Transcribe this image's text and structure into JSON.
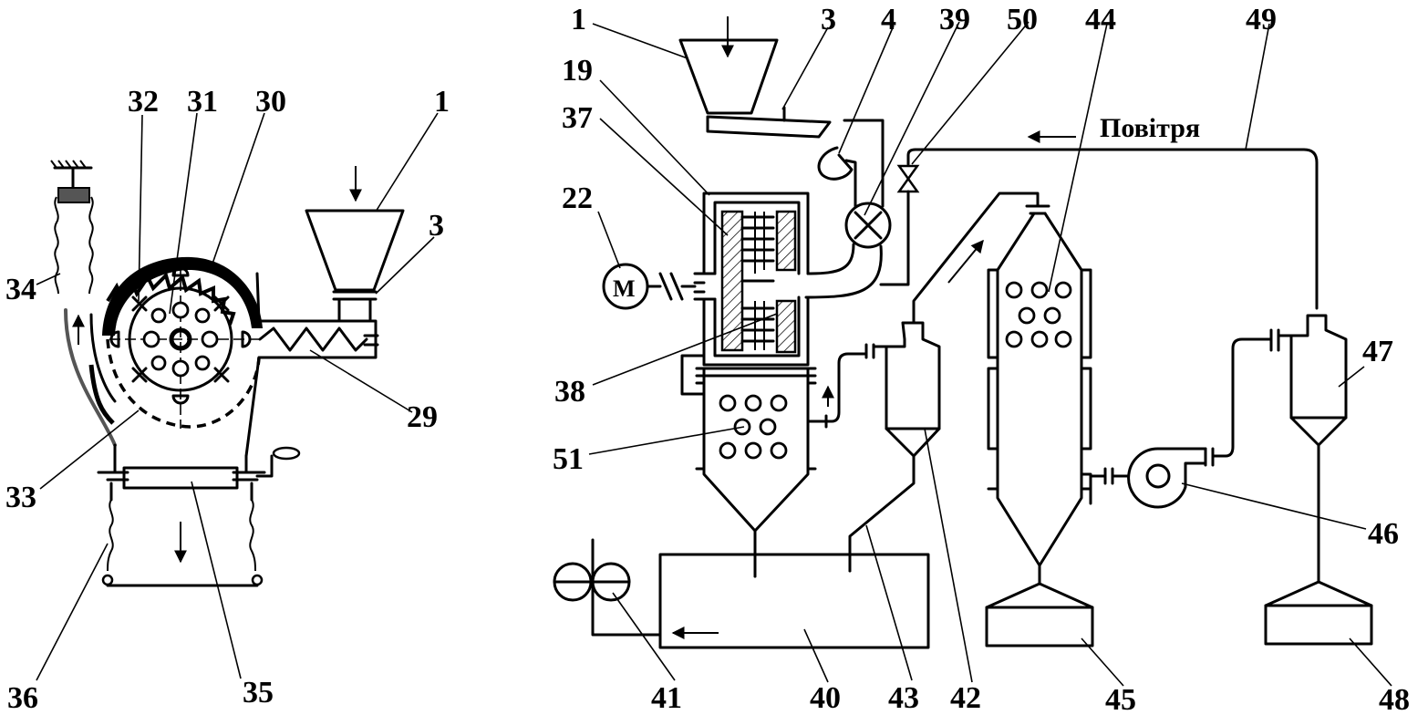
{
  "labels": {
    "l_34": "34",
    "l_32": "32",
    "l_31": "31",
    "l_30": "30",
    "l_1a": "1",
    "l_3a": "3",
    "l_29": "29",
    "l_33": "33",
    "l_36": "36",
    "l_35": "35",
    "l_1b": "1",
    "l_3b": "3",
    "l_4": "4",
    "l_39": "39",
    "l_50": "50",
    "l_44": "44",
    "l_49": "49",
    "l_19": "19",
    "l_37": "37",
    "l_22": "22",
    "l_38": "38",
    "l_51": "51",
    "l_41": "41",
    "l_40": "40",
    "l_43": "43",
    "l_42": "42",
    "l_45": "45",
    "l_46": "46",
    "l_47": "47",
    "l_48": "48"
  },
  "motor_symbol": "M",
  "air_label": "Повітря",
  "icons": [
    "feed-arrow-icon",
    "valve-icon",
    "fan-icon",
    "motor-icon",
    "flow-arrow-icon",
    "mixing-valve-icon"
  ]
}
